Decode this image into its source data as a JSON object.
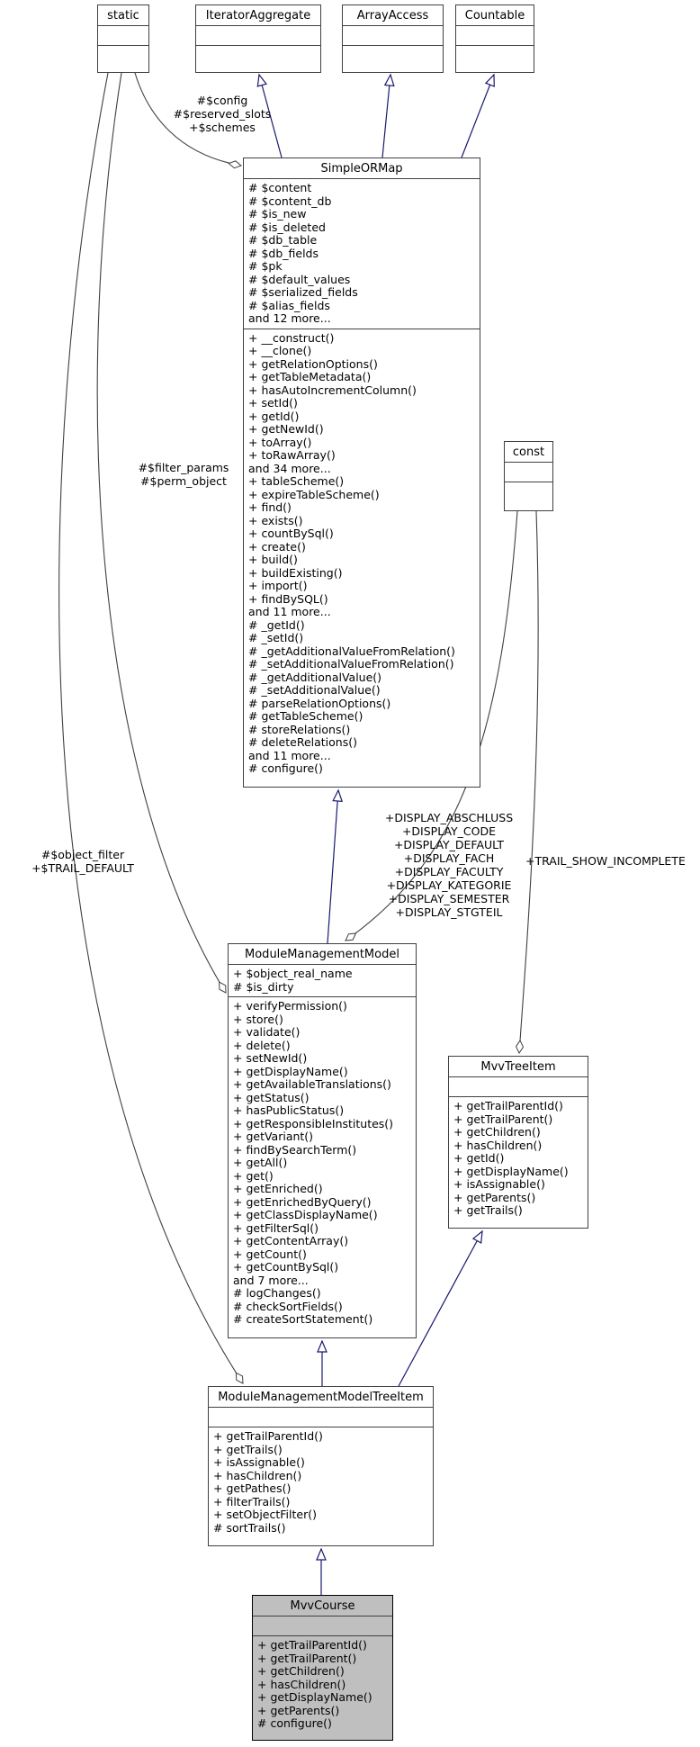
{
  "colors": {
    "background": "#ffffff",
    "box-border": "#404040",
    "inheritance-edge": "#191970",
    "aggregation-edge": "#404040",
    "highlight-fill": "#bfbfbf"
  },
  "classes": [
    {
      "id": "static",
      "name": "static",
      "attributes": [],
      "methods": []
    },
    {
      "id": "iterator-aggregate",
      "name": "IteratorAggregate",
      "attributes": [],
      "methods": []
    },
    {
      "id": "array-access",
      "name": "ArrayAccess",
      "attributes": [],
      "methods": []
    },
    {
      "id": "countable",
      "name": "Countable",
      "attributes": [],
      "methods": []
    },
    {
      "id": "simpleormap",
      "name": "SimpleORMap",
      "attributes": [
        "# $content",
        "# $content_db",
        "# $is_new",
        "# $is_deleted",
        "# $db_table",
        "# $db_fields",
        "# $pk",
        "# $default_values",
        "# $serialized_fields",
        "# $alias_fields",
        "and 12 more..."
      ],
      "methods": [
        "+ __construct()",
        "+ __clone()",
        "+ getRelationOptions()",
        "+ getTableMetadata()",
        "+ hasAutoIncrementColumn()",
        "+ setId()",
        "+ getId()",
        "+ getNewId()",
        "+ toArray()",
        "+ toRawArray()",
        "and 34 more...",
        "+ tableScheme()",
        "+ expireTableScheme()",
        "+ find()",
        "+ exists()",
        "+ countBySql()",
        "+ create()",
        "+ build()",
        "+ buildExisting()",
        "+ import()",
        "+ findBySQL()",
        "and 11 more...",
        "# _getId()",
        "# _setId()",
        "# _getAdditionalValueFromRelation()",
        "# _setAdditionalValueFromRelation()",
        "# _getAdditionalValue()",
        "# _setAdditionalValue()",
        "# parseRelationOptions()",
        "# getTableScheme()",
        "# storeRelations()",
        "# deleteRelations()",
        "and 11 more...",
        "# configure()"
      ]
    },
    {
      "id": "const",
      "name": "const",
      "attributes": [],
      "methods": []
    },
    {
      "id": "module-management-model",
      "name": "ModuleManagementModel",
      "attributes": [
        "+ $object_real_name",
        "# $is_dirty"
      ],
      "methods": [
        "+ verifyPermission()",
        "+ store()",
        "+ validate()",
        "+ delete()",
        "+ setNewId()",
        "+ getDisplayName()",
        "+ getAvailableTranslations()",
        "+ getStatus()",
        "+ hasPublicStatus()",
        "+ getResponsibleInstitutes()",
        "+ getVariant()",
        "+ findBySearchTerm()",
        "+ getAll()",
        "+ get()",
        "+ getEnriched()",
        "+ getEnrichedByQuery()",
        "+ getClassDisplayName()",
        "+ getFilterSql()",
        "+ getContentArray()",
        "+ getCount()",
        "+ getCountBySql()",
        "and 7 more...",
        "# logChanges()",
        "# checkSortFields()",
        "# createSortStatement()"
      ]
    },
    {
      "id": "mvv-tree-item",
      "name": "MvvTreeItem",
      "attributes": [],
      "methods": [
        "+ getTrailParentId()",
        "+ getTrailParent()",
        "+ getChildren()",
        "+ hasChildren()",
        "+ getId()",
        "+ getDisplayName()",
        "+ isAssignable()",
        "+ getParents()",
        "+ getTrails()"
      ]
    },
    {
      "id": "module-management-model-tree-item",
      "name": "ModuleManagementModelTreeItem",
      "attributes": [],
      "methods": [
        "+ getTrailParentId()",
        "+ getTrails()",
        "+ isAssignable()",
        "+ hasChildren()",
        "+ getPathes()",
        "+ filterTrails()",
        "+ setObjectFilter()",
        "# sortTrails()"
      ]
    },
    {
      "id": "mvv-course",
      "name": "MvvCourse",
      "attributes": [],
      "methods": [
        "+ getTrailParentId()",
        "+ getTrailParent()",
        "+ getChildren()",
        "+ hasChildren()",
        "+ getDisplayName()",
        "+ getParents()",
        "# configure()"
      ]
    }
  ],
  "edge_labels": [
    {
      "id": "static-to-simpleormap",
      "lines": [
        "#$config",
        "#$reserved_slots",
        "+$schemes"
      ]
    },
    {
      "id": "static-to-modulemanagementmodel",
      "lines": [
        "#$filter_params",
        "#$perm_object"
      ]
    },
    {
      "id": "static-to-treeitem",
      "lines": [
        "#$object_filter",
        "+$TRAIL_DEFAULT"
      ]
    },
    {
      "id": "const-to-modulemanagementmodel",
      "lines": [
        "+DISPLAY_ABSCHLUSS",
        "+DISPLAY_CODE",
        "+DISPLAY_DEFAULT",
        "+DISPLAY_FACH",
        "+DISPLAY_FACULTY",
        "+DISPLAY_KATEGORIE",
        "+DISPLAY_SEMESTER",
        "+DISPLAY_STGTEIL"
      ]
    },
    {
      "id": "const-to-mvvtreeitem",
      "lines": [
        "+TRAIL_SHOW_INCOMPLETE"
      ]
    }
  ]
}
